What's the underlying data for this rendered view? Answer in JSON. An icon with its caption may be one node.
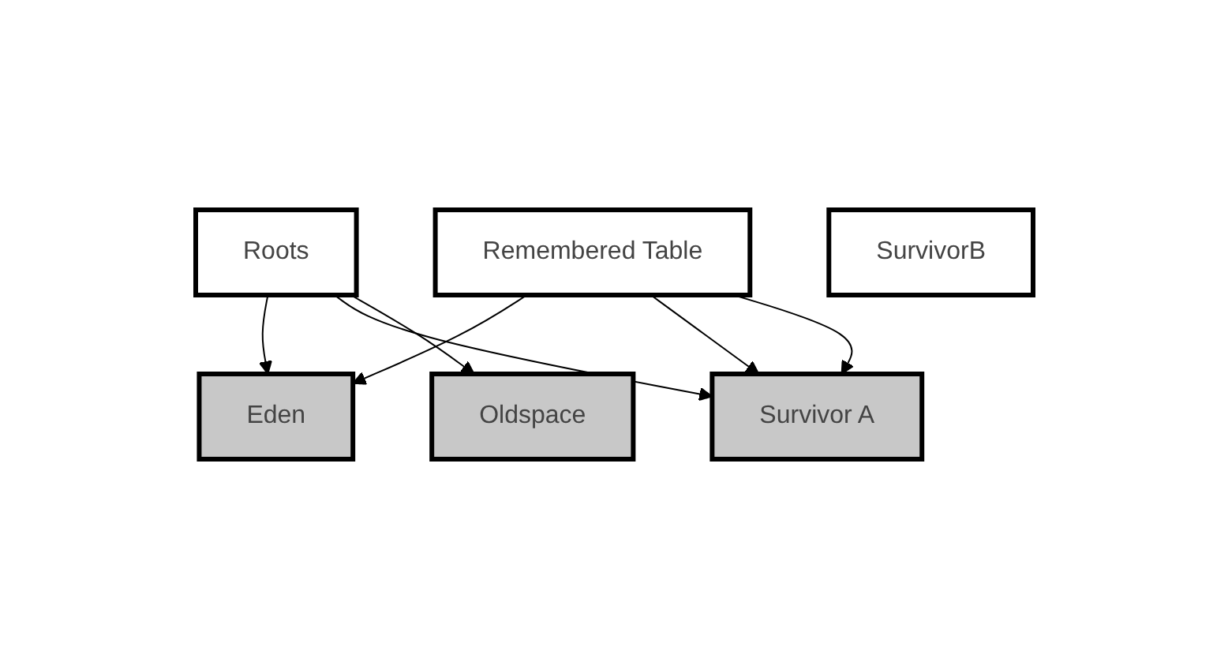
{
  "diagram": {
    "nodes": [
      {
        "text": [
          "Roots"
        ]
      },
      {
        "text": [
          "Remembered Table"
        ]
      },
      {
        "text": [
          "Eden"
        ]
      },
      {
        "text": [
          "Survivor A"
        ]
      },
      {
        "text": [
          "SurvivorB"
        ]
      },
      {
        "text": [
          "Oldspace"
        ]
      }
    ],
    "edges": [
      {
        "from": 0,
        "to": 2,
        "arrow": "to"
      },
      {
        "from": 0,
        "to": 3,
        "arrow": "to"
      },
      {
        "from": 0,
        "to": 5,
        "arrow": "to"
      },
      {
        "from": 1,
        "to": 2,
        "arrow": "to"
      },
      {
        "from": 1,
        "to": 3,
        "arrow": "to"
      },
      {
        "from": 1,
        "to": 3,
        "arrow": "to"
      }
    ]
  }
}
